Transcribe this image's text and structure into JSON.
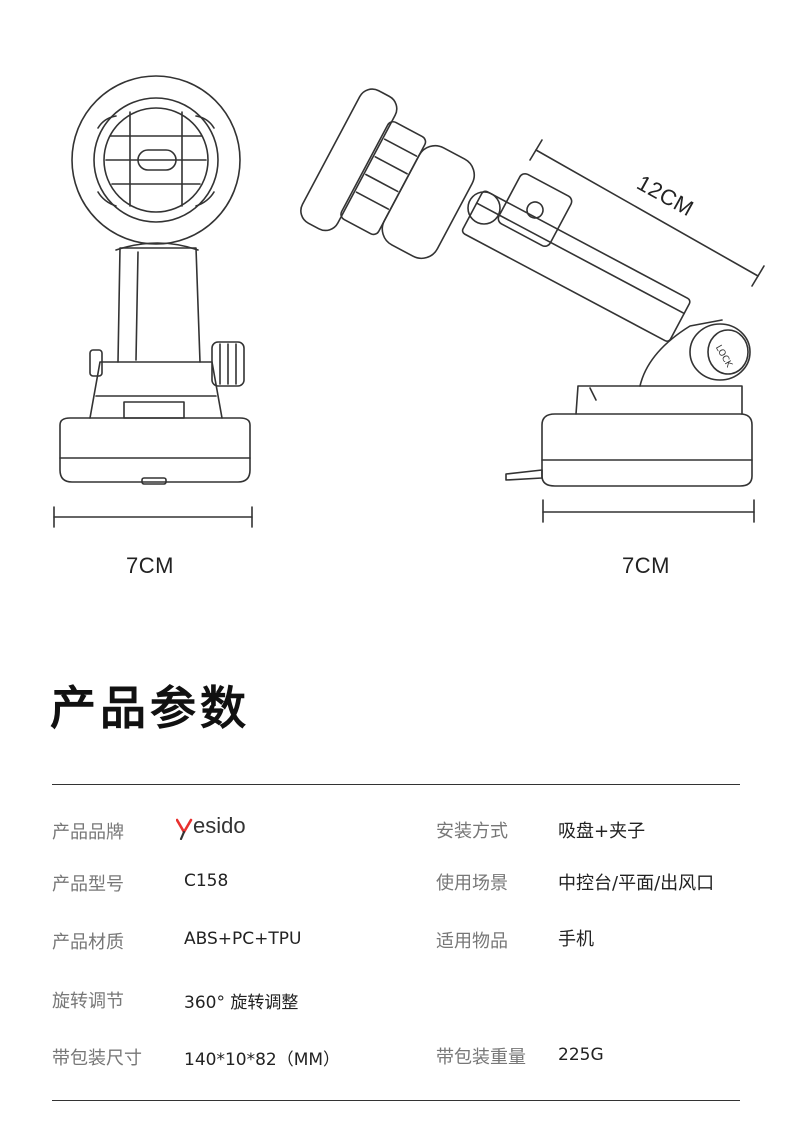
{
  "dimensions": {
    "front_width": "7CM",
    "side_width": "7CM",
    "arm_length": "12CM"
  },
  "section_title": "产品参数",
  "brand_logo_text": "yesido",
  "specs": {
    "brand": {
      "label": "产品品牌"
    },
    "mounting": {
      "label": "安装方式",
      "value": "吸盘+夹子"
    },
    "model": {
      "label": "产品型号",
      "value": "C158"
    },
    "scenario": {
      "label": "使用场景",
      "value": "中控台/平面/出风口"
    },
    "material": {
      "label": "产品材质",
      "value": "ABS+PC+TPU"
    },
    "item": {
      "label": "适用物品",
      "value": "手机"
    },
    "rotation": {
      "label": "旋转调节",
      "value": "360° 旋转调整"
    },
    "package_size": {
      "label": "带包装尺寸",
      "value": "140*10*82（MM）"
    },
    "package_weight": {
      "label": "带包装重量",
      "value": "225G"
    }
  },
  "colors": {
    "logo_accent": "#e8312f",
    "line": "#333333",
    "label": "#777777"
  }
}
